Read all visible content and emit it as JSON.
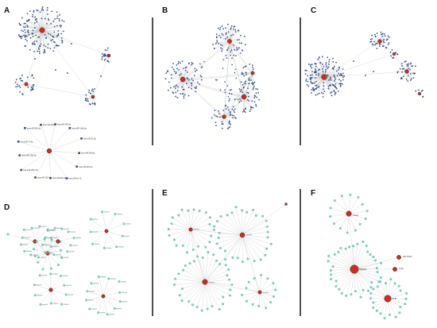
{
  "panels": [
    {
      "id": "A",
      "label": "A",
      "legend_labels": [
        "hsa-miR-155-5p",
        "hsa-miR-146a-5p",
        "hsa-miR-21-5p",
        "hsa-miR-34a-5p",
        "hsa-miR-223-3p",
        "hsa-miR-let-7b",
        "hsa-miR-92a-3p",
        "hsa-miR-126-3p",
        "hsa-miR-200c-3p",
        "hsa-miR-125b-5p",
        "hsa-miR-17-5p",
        "hsa-miR-29b-3p",
        "hsa-miR-181a"
      ]
    },
    {
      "id": "B",
      "label": "B"
    },
    {
      "id": "C",
      "label": "C"
    },
    {
      "id": "D",
      "label": "D"
    },
    {
      "id": "E",
      "label": "E"
    },
    {
      "id": "F",
      "label": "F",
      "hub_labels": [
        "FGF1",
        "VEGFA",
        "NOTCH1",
        "IL1A",
        "CTB"
      ]
    }
  ],
  "colors": {
    "hub": "#d42a1e",
    "mirna": "#2f4d8a",
    "gene": "#7fd6c4",
    "edge": "#b8b8b8",
    "separator": "#222222"
  }
}
